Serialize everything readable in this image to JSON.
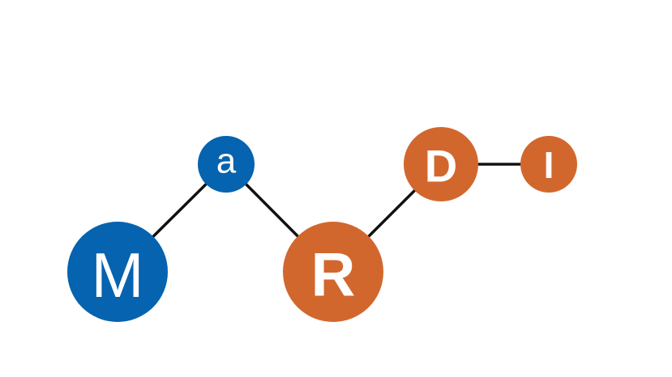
{
  "logo": {
    "letters": {
      "m": "M",
      "a": "a",
      "r": "R",
      "d": "D",
      "i": "I"
    },
    "colors": {
      "blue": "#0563af",
      "orange": "#d2672e",
      "edge": "#111111",
      "text": "#ffffff"
    }
  }
}
